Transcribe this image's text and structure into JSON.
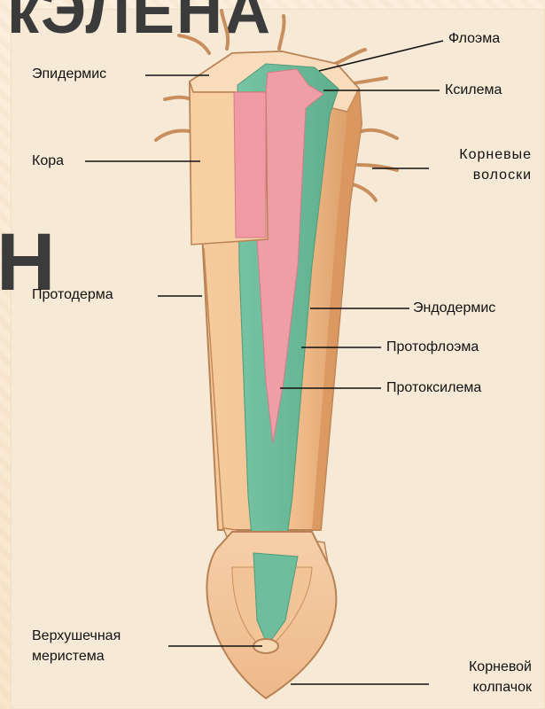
{
  "background": {
    "heading_fragment": "кЭЛЕНА",
    "side_letter": "Н"
  },
  "labels": {
    "floema": "Флоэма",
    "epidermis": "Эпидермис",
    "ksilema": "Ксилема",
    "kora": "Кора",
    "root_hairs": "Корневые",
    "root_hairs_2": "волоски",
    "protoderma": "Протодерма",
    "endodermis": "Эндодермис",
    "protofloema": "Протофлоэма",
    "protoksilema": "Протоксилема",
    "meristem": "Верхушечная",
    "meristem_2": "меристема",
    "root_cap": "Корневой",
    "root_cap_2": "колпачок"
  },
  "colors": {
    "cortex": "#f5c99b",
    "cortex_shade": "#d99b66",
    "outline": "#b98255",
    "xylem_phloem_core": "#ee9ea7",
    "stele_green": "#72bf9e",
    "root_cap": "#f2c8a0"
  }
}
